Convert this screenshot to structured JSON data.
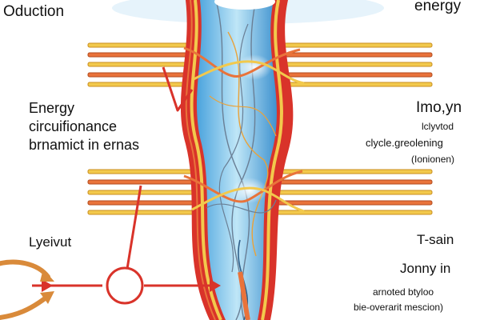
{
  "labels": {
    "top_left": "Oduction",
    "top_right": "energy",
    "left_block": [
      "Energy",
      "circuifionance",
      "brnamict in ernas"
    ],
    "right_title": "Imo,yn",
    "right_sub": [
      "lclyvtod",
      "clycle.greolening",
      "(Ionionen)"
    ],
    "bottom_left": "Lyeivut",
    "bottom_right_title": "T-sain",
    "bottom_right_sub": "Jonny in",
    "bottom_right_notes": [
      "arnoted btyloo",
      "bie-overarit mescion)"
    ]
  },
  "icons": [
    "flow-arrow-icon",
    "junction-circle-icon",
    "return-arrow-icon"
  ],
  "colors": {
    "artery_red": "#d9332a",
    "vessel_blue": "#9fd3ee",
    "cable_orange": "#e9733a",
    "cable_yellow": "#f2c94c",
    "fiber_gray": "#6a7f95"
  }
}
